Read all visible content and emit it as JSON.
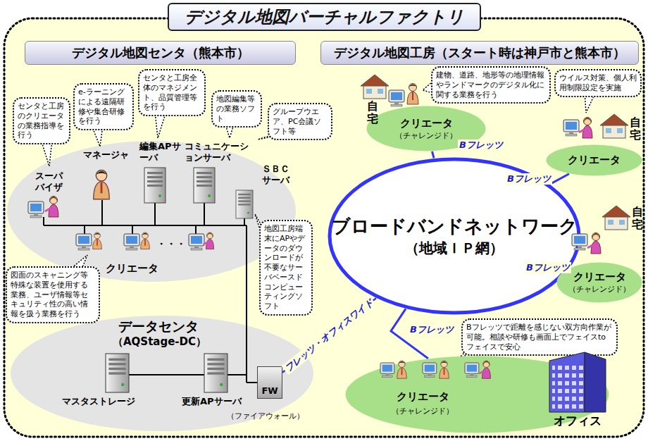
{
  "diagram": {
    "title": "デジタル地図バーチャルファクトリ",
    "nodes": [
      {
        "text": [
          "デジタル地図センタ（熊本市）"
        ]
      },
      {
        "text": [
          "デジタル地図工房（スタート時は神戸市と熊本市）"
        ]
      },
      {
        "text": [
          "センタと工房のクリエータの業務指導を行う"
        ]
      },
      {
        "text": [
          "e-ラーニングによる遠隔研修や集合研修を行う"
        ]
      },
      {
        "text": [
          "センタと工房全体のマネジメント、品質管理等を行う"
        ]
      },
      {
        "text": [
          "地図編集等の業務ソフト"
        ]
      },
      {
        "text": [
          "グループウエア、PC会議ソフト等"
        ]
      },
      {
        "text": [
          "地図工房端末にAPやデータのダウンロードが不要なサーバベースドコンピューティングソフト"
        ]
      },
      {
        "text": [
          "図面のスキャニング等特殊な装置を使用する業務、ユーザ情報等セキュリティ性の高い情報を扱う業務を行う"
        ]
      },
      {
        "text": [
          "FW"
        ]
      },
      {
        "text": [
          "建物、道路、地形等の地理情報やランドマークのデジタル化に関する業務を行う"
        ]
      },
      {
        "text": [
          "ウイルス対策、個人利用制限設定を実施"
        ]
      },
      {
        "text": [
          "ブロードバンドネットワーク",
          "（地域ＩＰ網）"
        ]
      },
      {
        "text": [
          "クリエータ",
          "（チャレンジド）"
        ]
      },
      {
        "text": [
          "クリエータ"
        ]
      },
      {
        "text": [
          "クリエータ",
          "（チャレンジド）"
        ]
      },
      {
        "text": [
          "Bフレッツで距離を感じない双方向作業が可能。相談や研修も画面上でフェイスtoフェイスで安心"
        ]
      },
      {
        "text": [
          "クリエータ",
          "（チャレンジド）",
          "オフィス"
        ]
      }
    ],
    "edges": [
      {
        "from": 9,
        "to": 12,
        "label": "フレッツ・オフィスワイド",
        "arrow": "none"
      },
      {
        "from": 12,
        "to": 13,
        "label": "Bフレッツ",
        "arrow": "none"
      },
      {
        "from": 12,
        "to": 14,
        "label": "Bフレッツ",
        "arrow": "none"
      },
      {
        "from": 12,
        "to": 15,
        "label": "Bフレッツ",
        "arrow": "none"
      },
      {
        "from": 12,
        "to": 17,
        "label": "Bフレッツ",
        "arrow": "none"
      }
    ],
    "labels": [
      "スーパバイザ",
      "マネージャ",
      "編集APサーバ",
      "コミュニケーションサーバ",
      "ＳＢＣサーバ",
      "・・・",
      "クリエータ",
      "データセンタ",
      "（AQStage-DC）",
      "マスタストレージ",
      "更新APサーバ",
      "（ファイアウォール）",
      "自宅",
      "自宅",
      "自宅"
    ]
  }
}
